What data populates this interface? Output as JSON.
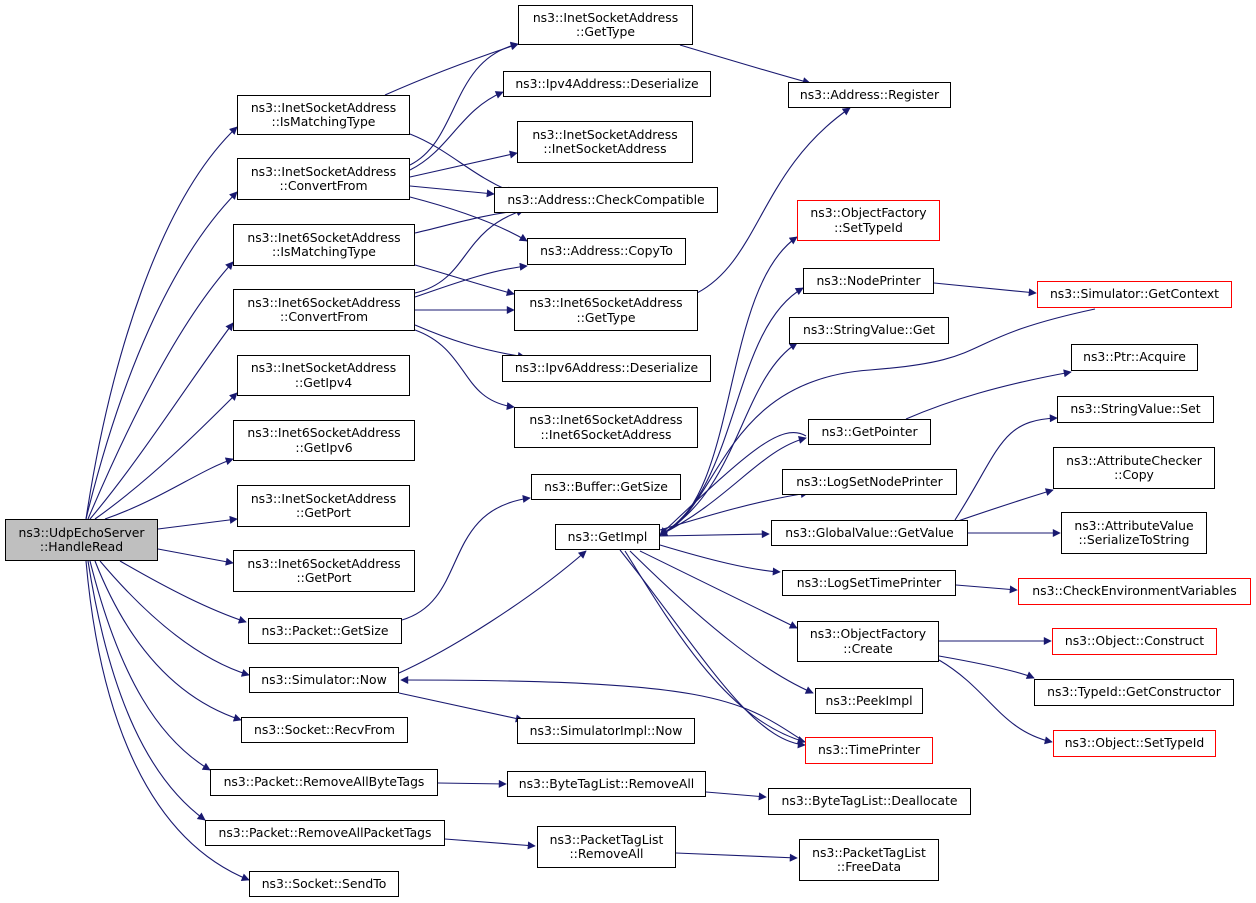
{
  "colors": {
    "edge": "#191970",
    "border": "#000000",
    "truncated_border": "#ff0000",
    "root_fill": "#bfbfbf"
  },
  "nodes": {
    "n_root": "ns3::UdpEchoServer\n::HandleRead",
    "n_inet_matching": "ns3::InetSocketAddress\n::IsMatchingType",
    "n_inet_convert": "ns3::InetSocketAddress\n::ConvertFrom",
    "n_inet6_matching": "ns3::Inet6SocketAddress\n::IsMatchingType",
    "n_inet6_convert": "ns3::Inet6SocketAddress\n::ConvertFrom",
    "n_inet_getipv4": "ns3::InetSocketAddress\n::GetIpv4",
    "n_inet6_getipv6": "ns3::Inet6SocketAddress\n::GetIpv6",
    "n_inet_getport": "ns3::InetSocketAddress\n::GetPort",
    "n_inet6_getport": "ns3::Inet6SocketAddress\n::GetPort",
    "n_packet_getsize": "ns3::Packet::GetSize",
    "n_sim_now": "ns3::Simulator::Now",
    "n_socket_recvfrom": "ns3::Socket::RecvFrom",
    "n_packet_rmbytetags": "ns3::Packet::RemoveAllByteTags",
    "n_packet_rmpackettags": "ns3::Packet::RemoveAllPacketTags",
    "n_socket_sendto": "ns3::Socket::SendTo",
    "n_inet_gettype": "ns3::InetSocketAddress\n::GetType",
    "n_ipv4_deser": "ns3::Ipv4Address::Deserialize",
    "n_inet_ctor": "ns3::InetSocketAddress\n::InetSocketAddress",
    "n_addr_checkcompat": "ns3::Address::CheckCompatible",
    "n_addr_copyto": "ns3::Address::CopyTo",
    "n_inet6_gettype": "ns3::Inet6SocketAddress\n::GetType",
    "n_ipv6_deser": "ns3::Ipv6Address::Deserialize",
    "n_inet6_ctor": "ns3::Inet6SocketAddress\n::Inet6SocketAddress",
    "n_buffer_getsize": "ns3::Buffer::GetSize",
    "n_getimpl": "ns3::GetImpl",
    "n_simimpl_now": "ns3::SimulatorImpl::Now",
    "n_bytetag_rmall": "ns3::ByteTagList::RemoveAll",
    "n_pkttag_rmall": "ns3::PacketTagList\n::RemoveAll",
    "n_addr_register": "ns3::Address::Register",
    "n_objfact_settypeid": "ns3::ObjectFactory\n::SetTypeId",
    "n_nodeprinter": "ns3::NodePrinter",
    "n_stringvalue_get": "ns3::StringValue::Get",
    "n_getpointer": "ns3::GetPointer",
    "n_logsetnodeprinter": "ns3::LogSetNodePrinter",
    "n_globalvalue_getvalue": "ns3::GlobalValue::GetValue",
    "n_logsettimeprinter": "ns3::LogSetTimePrinter",
    "n_objfact_create": "ns3::ObjectFactory\n::Create",
    "n_peekimpl": "ns3::PeekImpl",
    "n_timeprinter": "ns3::TimePrinter",
    "n_bytetag_dealloc": "ns3::ByteTagList::Deallocate",
    "n_pkttag_freedata": "ns3::PacketTagList\n::FreeData",
    "n_sim_getcontext": "ns3::Simulator::GetContext",
    "n_ptr_acquire": "ns3::Ptr::Acquire",
    "n_stringvalue_set": "ns3::StringValue::Set",
    "n_attrchecker_copy": "ns3::AttributeChecker\n::Copy",
    "n_attrvalue_ser": "ns3::AttributeValue\n::SerializeToString",
    "n_checkenv": "ns3::CheckEnvironmentVariables",
    "n_object_construct": "ns3::Object::Construct",
    "n_typeid_getctor": "ns3::TypeId::GetConstructor",
    "n_object_settypeid": "ns3::Object::SetTypeId"
  }
}
